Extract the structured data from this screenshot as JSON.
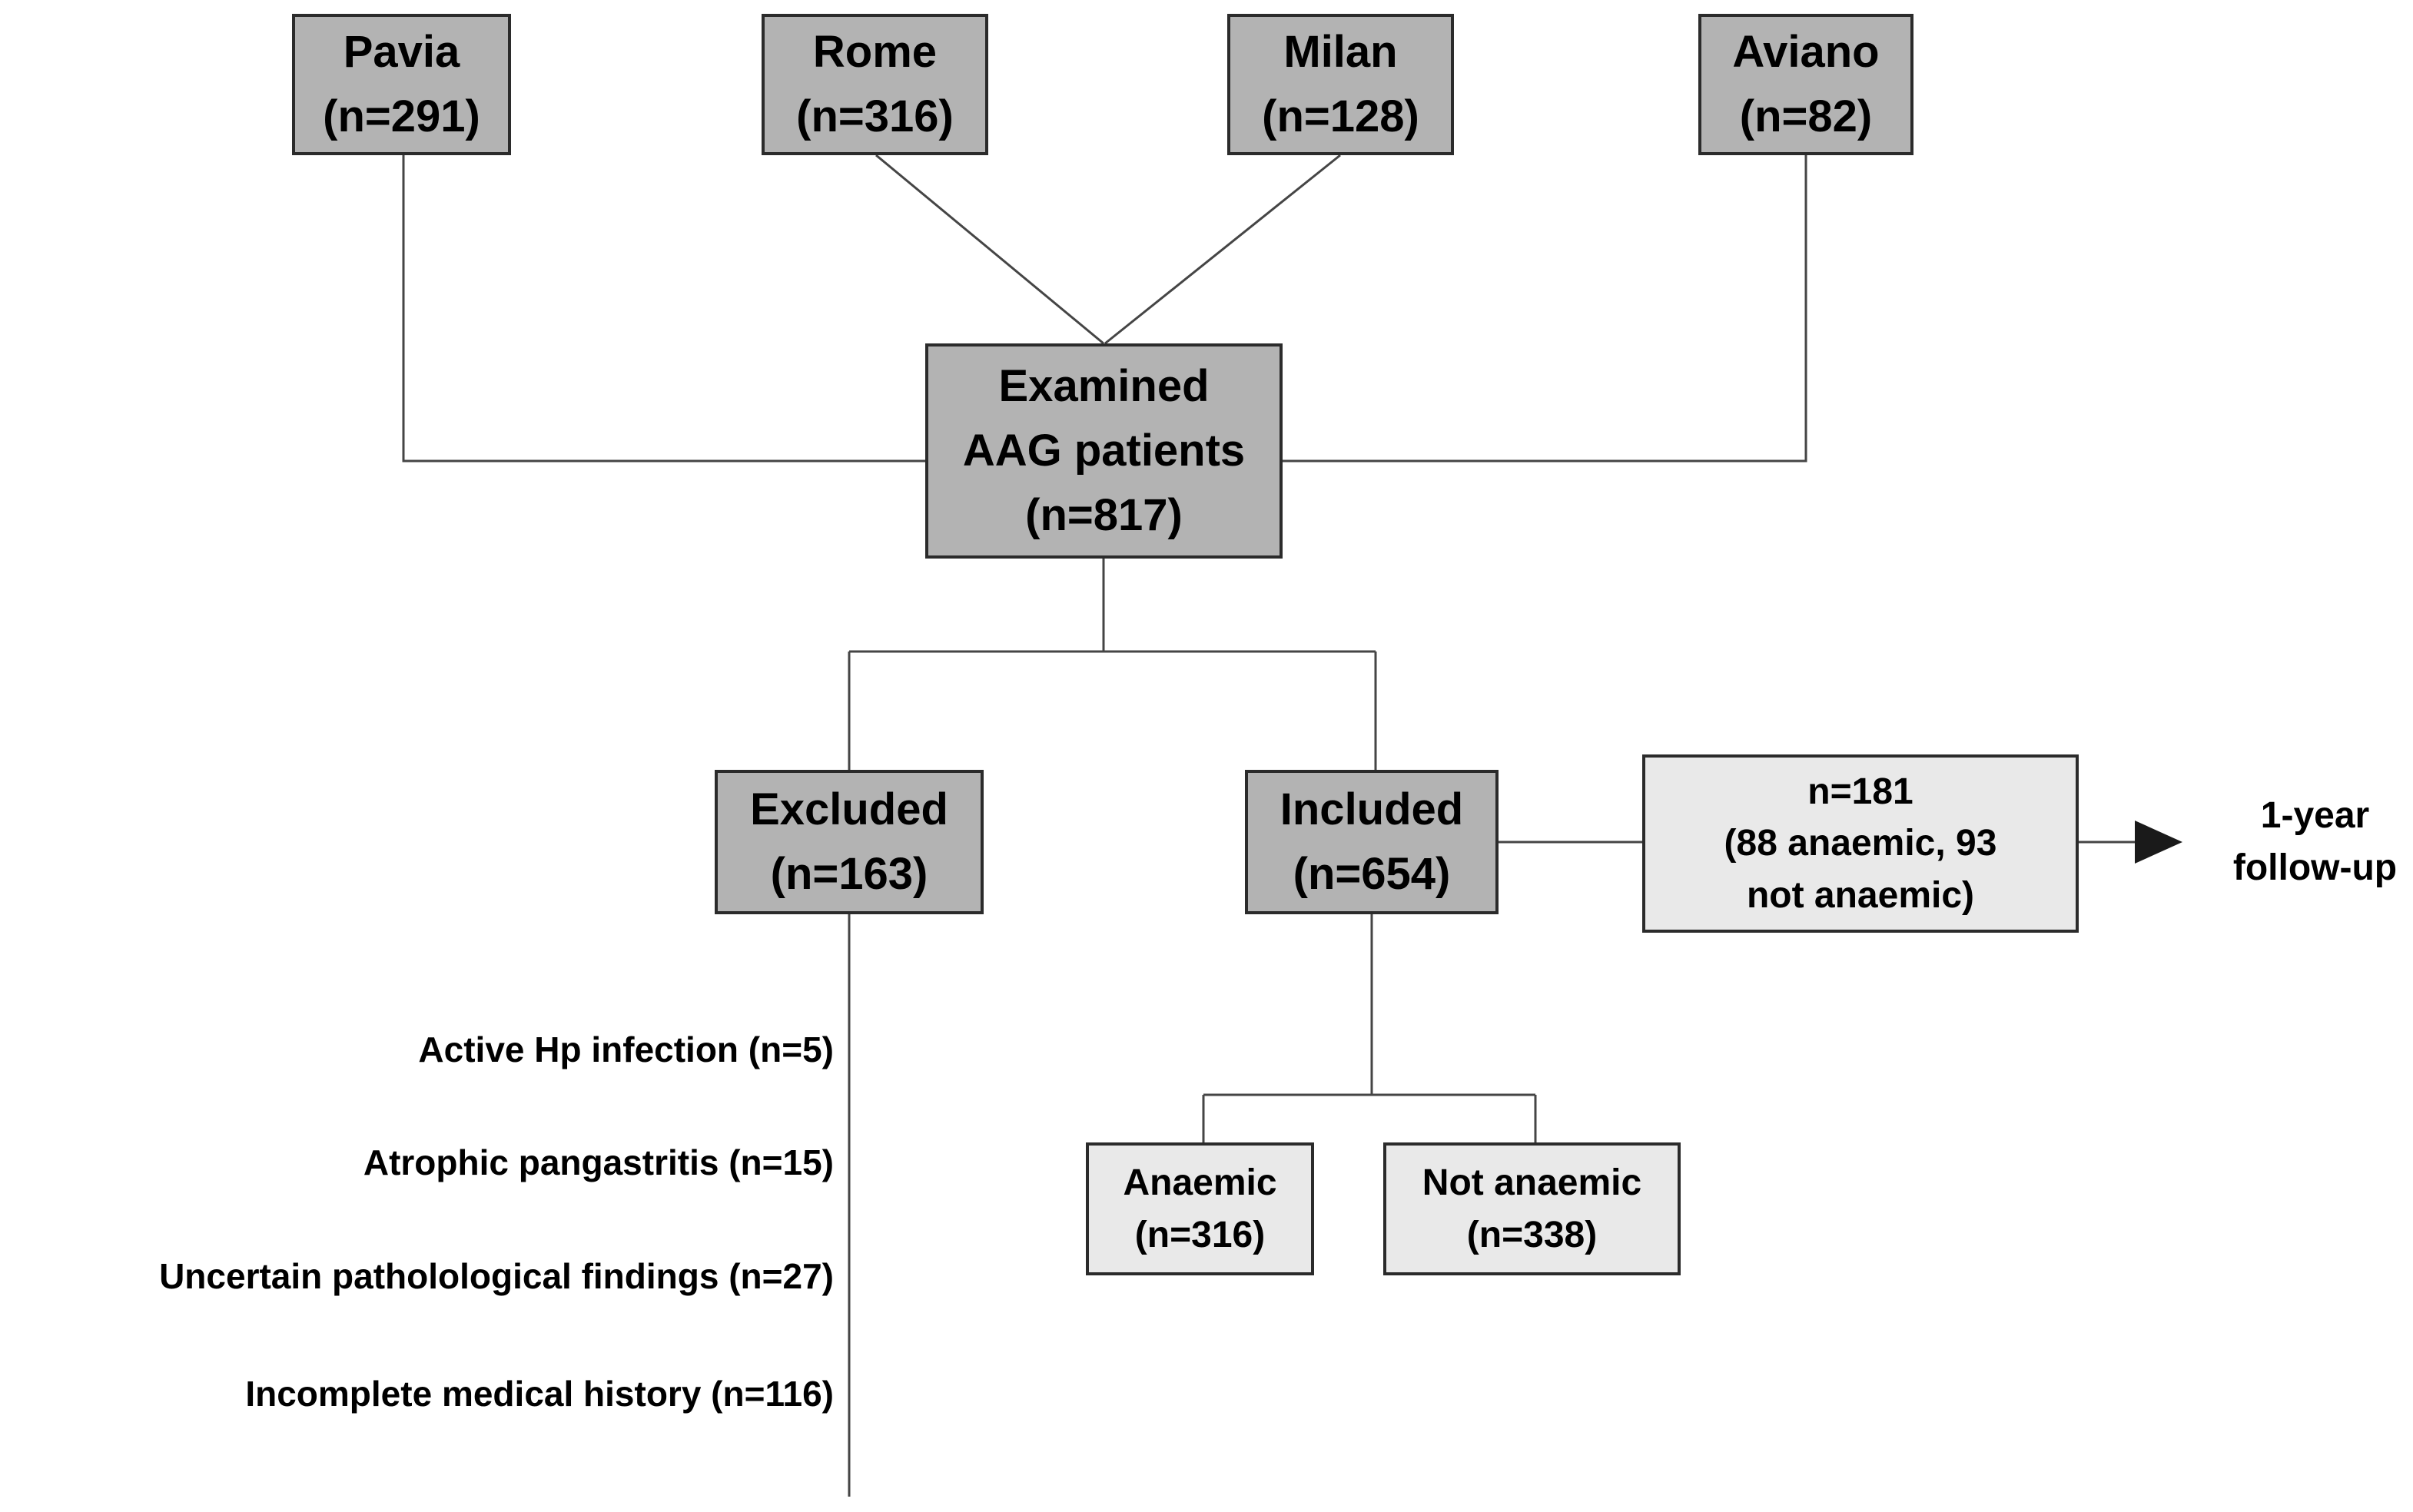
{
  "diagram": {
    "nodes": {
      "pavia": {
        "label": "Pavia\n(n=291)"
      },
      "rome": {
        "label": "Rome\n(n=316)"
      },
      "milan": {
        "label": "Milan\n(n=128)"
      },
      "aviano": {
        "label": "Aviano\n(n=82)"
      },
      "examined": {
        "label": "Examined\nAAG patients\n(n=817)"
      },
      "excluded": {
        "label": "Excluded\n(n=163)"
      },
      "included": {
        "label": "Included\n(n=654)"
      },
      "followup_cohort": {
        "label": "n=181\n(88 anaemic, 93\nnot anaemic)"
      },
      "anaemic": {
        "label": "Anaemic\n(n=316)"
      },
      "not_anaemic": {
        "label": "Not anaemic\n(n=338)"
      }
    },
    "exclusion_reasons": [
      "Active Hp infection (n=5)",
      "Atrophic pangastritis (n=15)",
      "Uncertain patholological findings (n=27)",
      "Incomplete medical history (n=116)"
    ],
    "followup_label": "1-year\nfollow-up",
    "colors": {
      "node_fill_dark": "#b3b3b3",
      "node_fill_light": "#e9e9e9",
      "node_border": "#2b2b2b",
      "connector": "#454545",
      "text": "#000000",
      "background": "#ffffff"
    }
  }
}
